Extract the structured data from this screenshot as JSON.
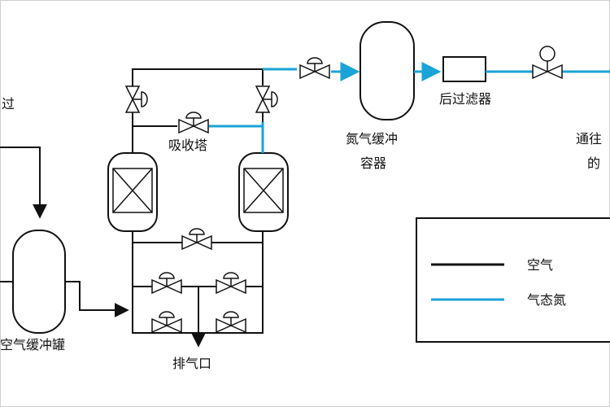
{
  "labels": {
    "inlet_fragment": "过",
    "air_buffer_tank": "空气缓冲罐",
    "adsorption_tower": "吸收塔",
    "exhaust_port": "排气口",
    "nitrogen_buffer_line1": "氮气缓冲",
    "nitrogen_buffer_line2": "容器",
    "after_filter": "后过滤器",
    "outlet_line1": "通往",
    "outlet_line2": "的"
  },
  "legend": {
    "air": "空气",
    "nitrogen_gas": "气态氮"
  },
  "colors": {
    "air_line": "#111111",
    "nitrogen_line": "#1aa3d6"
  }
}
